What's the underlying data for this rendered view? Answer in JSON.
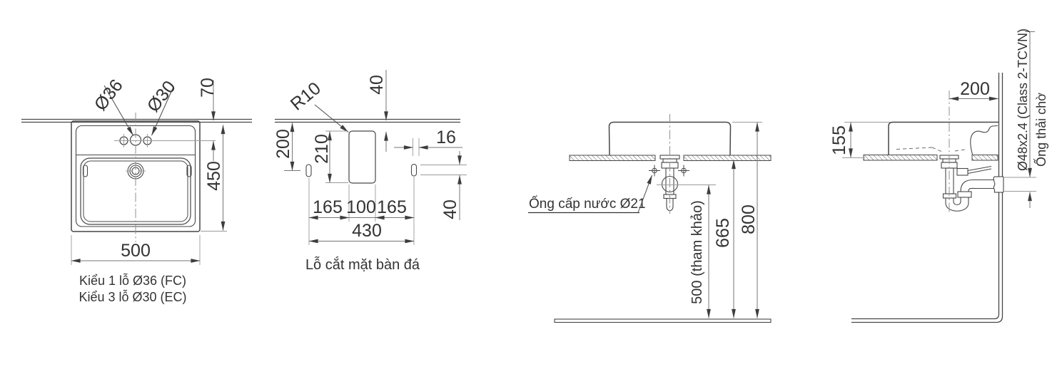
{
  "drawing_title": "Sink installation dimension drawing",
  "colors": {
    "object_line": "#474747",
    "dim_line": "#767676",
    "light_line": "#9a9a9a",
    "text": "#333333",
    "background": "#ffffff"
  },
  "top_view": {
    "dia_center_hole": "Ø36",
    "dia_side_hole": "Ø30",
    "hole_offset": "70",
    "depth": "450",
    "width": "500",
    "caption_line1": "Kiểu 1 lỗ Ø36 (FC)",
    "caption_line2": "Kiểu 3 lỗ Ø30 (EC)"
  },
  "cutout_view": {
    "corner_radius": "R10",
    "top_offset": "40",
    "clip_hole_depth": "200",
    "slot_height": "210",
    "clip_hole_width": "16",
    "clip_hole_height": "40",
    "left_span": "165",
    "slot_width": "100",
    "right_span": "165",
    "total_width": "430",
    "caption": "Lỗ cắt mặt bàn đá"
  },
  "front_view": {
    "supply_label": "Ống cấp nước Ø21",
    "drain_height_ref": "500 (tham khảo)",
    "counter_height": "665",
    "rim_height": "800"
  },
  "side_view": {
    "center_to_wall": "200",
    "basin_height": "155",
    "waste_pipe_spec": "Ø48x2.4 (Class 2-TCVN)",
    "waste_pipe_name": "Ống thải chờ"
  }
}
